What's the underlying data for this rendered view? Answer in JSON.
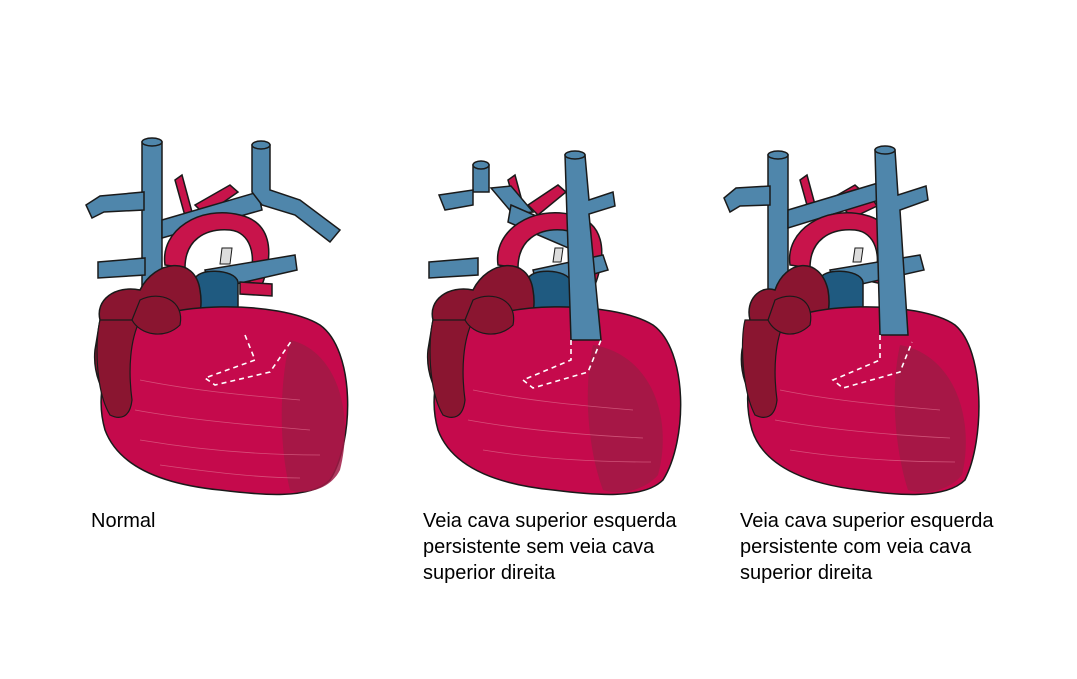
{
  "panels": [
    {
      "id": "normal",
      "caption_lines": [
        "Normal"
      ]
    },
    {
      "id": "left-only",
      "caption_lines": [
        "Veia cava superior esquerda",
        "persistente sem veia cava",
        "superior direita"
      ]
    },
    {
      "id": "both",
      "caption_lines": [
        "Veia cava superior esquerda",
        "persistente com veia cava",
        "superior direita"
      ]
    }
  ],
  "colors": {
    "vein_blue": "#4f86ab",
    "vein_dark": "#1f5a80",
    "artery_red": "#c8144b",
    "ventricle": "#c50a4c",
    "atrium_dark": "#8a1530",
    "ventricle_shade": "#a01a45",
    "outline": "#1a1a1a"
  }
}
